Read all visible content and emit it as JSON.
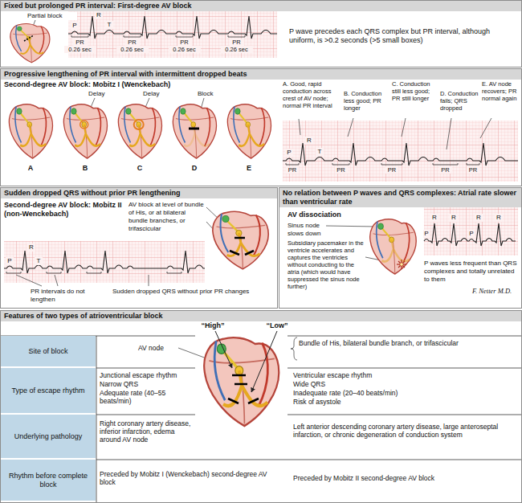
{
  "diagram": {
    "nodes": [
      {
        "text": [
          "Fixed but prolonged PR interval: First-degree AV block"
        ]
      },
      {
        "text": [
          "Progressive lengthening of PR interval with intermittent dropped beats"
        ]
      },
      {
        "text": [
          "Sudden dropped QRS without prior PR lengthening"
        ]
      },
      {
        "text": [
          "No relation between P waves and QRS complexes: Atrial rate slower than ventricular rate"
        ]
      },
      {
        "text": [
          "Features of two types of atrioventricular block"
        ]
      },
      {
        "text": [
          "Site of block"
        ],
        "in": 4
      },
      {
        "text": [
          "Type of escape rhythm"
        ],
        "in": 4
      },
      {
        "text": [
          "Underlying pathology"
        ],
        "in": 4
      },
      {
        "text": [
          "Rhythm before complete block"
        ],
        "in": 4
      }
    ],
    "labels": [
      "Partial block",
      "R",
      "P",
      "T",
      "PR",
      "PR",
      "PR",
      "PR",
      "0.26 sec",
      "0.26 sec",
      "0.26 sec",
      "0.26 sec",
      "P wave precedes each QRS complex but PR interval, although uniform, is >0.2 seconds (>5 small boxes)",
      "Second-degree AV block: Mobitz I (Wenckebach)",
      "Delay",
      "Delay",
      "Block",
      "A",
      "B",
      "C",
      "D",
      "E",
      "A. Good, rapid conduction across crest of AV node; normal PR interval",
      "B. Conduction less good; PR longer",
      "C. Conduction still less good; PR still longer",
      "D. Conduction fails; QRS dropped",
      "E. AV node recovers; PR normal again",
      "R",
      "P",
      "T",
      "PR",
      "PR",
      "PR",
      "PR",
      "PR",
      "Second-degree AV block: Mobitz II (non-Wenckebach)",
      "AV block at level of bundle of His, or at bilateral bundle branches, or trifascicular",
      "R",
      "P",
      "T",
      "PR intervals do not lengthen",
      "Sudden dropped QRS without prior PR changes",
      "AV dissociation",
      "Sinus node slows down",
      "Subsidiary pacemaker in the ventricle accelerates and captures the ventricles without conducting to the atria (which would have suppressed the sinus node further)",
      "R",
      "R",
      "R",
      "R",
      "P",
      "P",
      "P waves less frequent than QRS complexes and totally unrelated to them",
      "F. Netter M.D.",
      "“High”",
      "“Low”",
      "AV node",
      "Bundle of His, bilateral bundle branch, or trifascicular",
      "Junctional escape rhythm",
      "Narrow QRS",
      "Adequate rate (40–55 beats/min)",
      "Ventricular escape rhythm",
      "Wide QRS",
      "Inadequate rate (20–40 beats/min)",
      "Risk of asystole",
      "Right coronary artery disease, inferior infarction, edema around AV node",
      "Left anterior descending coronary artery disease, large anteroseptal infarction, or chronic degeneration of conduction system",
      "Preceded by Mobitz I (Wenckebach) second-degree AV block",
      "Preceded by Mobitz II second-degree AV block"
    ]
  }
}
